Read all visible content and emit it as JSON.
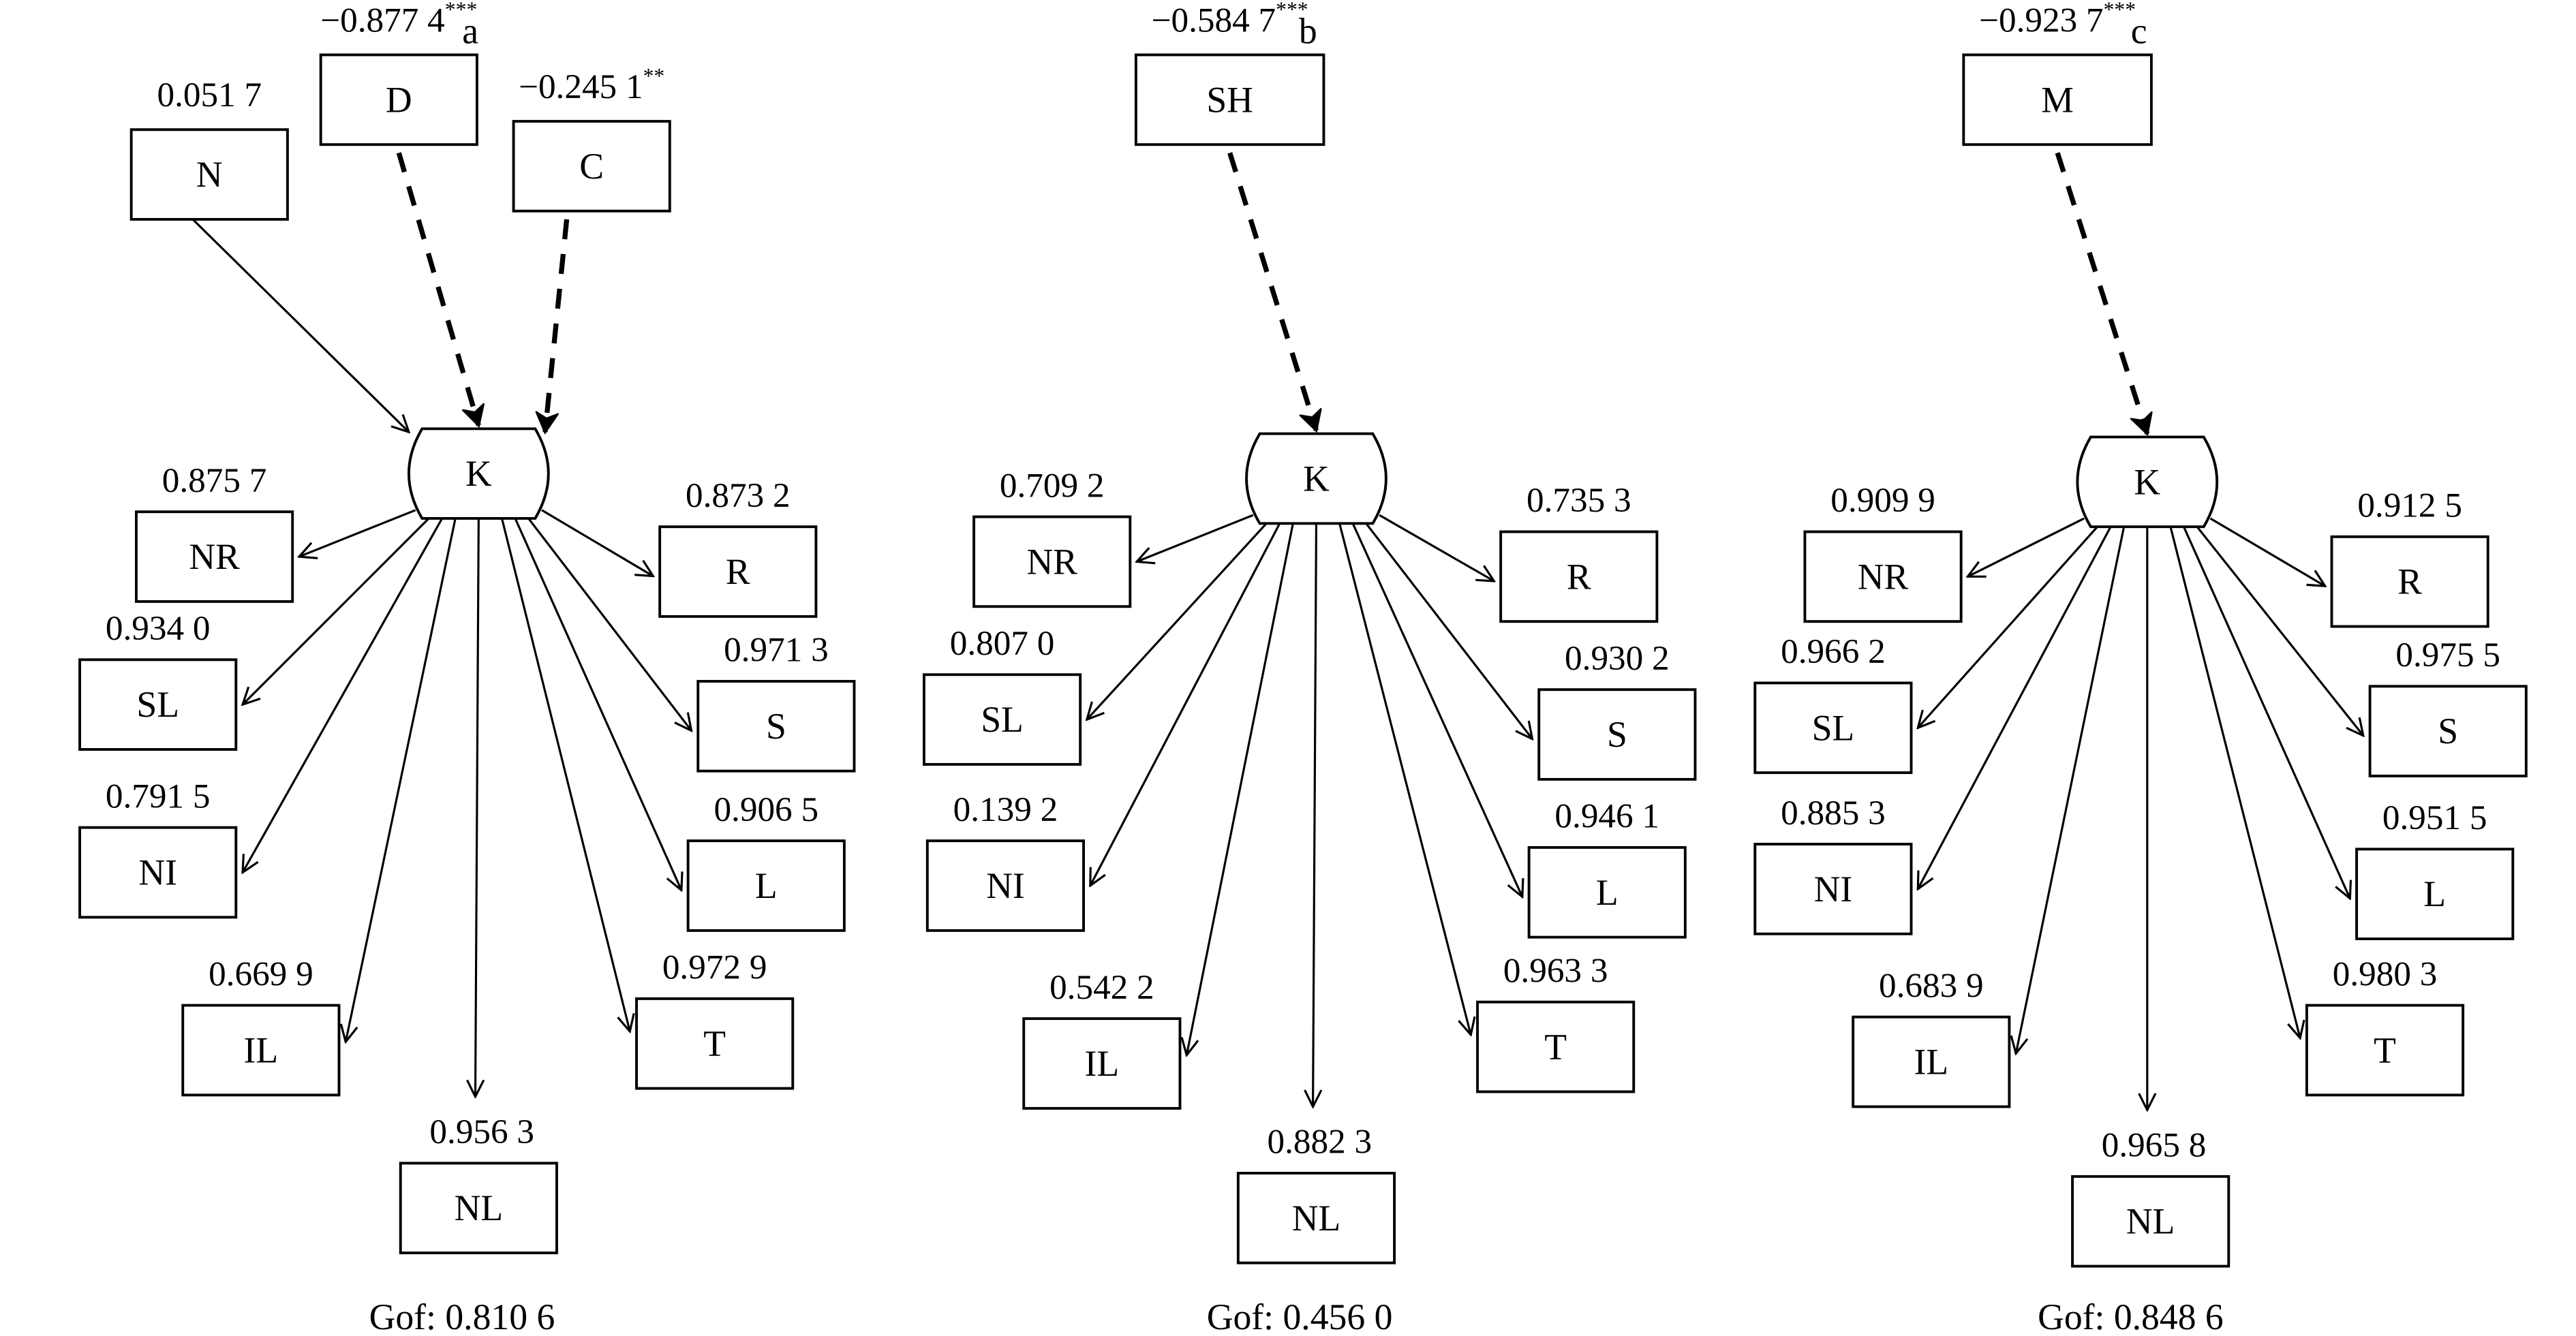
{
  "figure": {
    "panels": [
      {
        "id": "a",
        "title": "a",
        "center_node": "K",
        "drivers": [
          {
            "node": "N",
            "coef": "0.051 7",
            "sig": "",
            "line": "solid"
          },
          {
            "node": "D",
            "coef": "−0.877 4",
            "sig": "***",
            "line": "dashed"
          },
          {
            "node": "C",
            "coef": "−0.245 1",
            "sig": "**",
            "line": "dashed"
          }
        ],
        "outcomes": [
          {
            "node": "NR",
            "coef": "0.875 7"
          },
          {
            "node": "SL",
            "coef": "0.934 0"
          },
          {
            "node": "NI",
            "coef": "0.791 5"
          },
          {
            "node": "IL",
            "coef": "0.669 9"
          },
          {
            "node": "NL",
            "coef": "0.956 3"
          },
          {
            "node": "T",
            "coef": "0.972 9"
          },
          {
            "node": "L",
            "coef": "0.906 5"
          },
          {
            "node": "S",
            "coef": "0.971 3"
          },
          {
            "node": "R",
            "coef": "0.873 2"
          }
        ],
        "gof": "Gof: 0.810 6"
      },
      {
        "id": "b",
        "title": "b",
        "center_node": "K",
        "drivers": [
          {
            "node": "SH",
            "coef": "−0.584 7",
            "sig": "***",
            "line": "dashed"
          }
        ],
        "outcomes": [
          {
            "node": "NR",
            "coef": "0.709 2"
          },
          {
            "node": "SL",
            "coef": "0.807 0"
          },
          {
            "node": "NI",
            "coef": "0.139 2"
          },
          {
            "node": "IL",
            "coef": "0.542 2"
          },
          {
            "node": "NL",
            "coef": "0.882 3"
          },
          {
            "node": "T",
            "coef": "0.963 3"
          },
          {
            "node": "L",
            "coef": "0.946 1"
          },
          {
            "node": "S",
            "coef": "0.930 2"
          },
          {
            "node": "R",
            "coef": "0.735 3"
          }
        ],
        "gof": "Gof: 0.456 0"
      },
      {
        "id": "c",
        "title": "c",
        "center_node": "K",
        "drivers": [
          {
            "node": "M",
            "coef": "−0.923 7",
            "sig": "***",
            "line": "dashed"
          }
        ],
        "outcomes": [
          {
            "node": "NR",
            "coef": "0.909 9"
          },
          {
            "node": "SL",
            "coef": "0.966 2"
          },
          {
            "node": "NI",
            "coef": "0.885 3"
          },
          {
            "node": "IL",
            "coef": "0.683 9"
          },
          {
            "node": "NL",
            "coef": "0.965 8"
          },
          {
            "node": "T",
            "coef": "0.980 3"
          },
          {
            "node": "L",
            "coef": "0.951 5"
          },
          {
            "node": "S",
            "coef": "0.975 5"
          },
          {
            "node": "R",
            "coef": "0.912 5"
          }
        ],
        "gof": "Gof: 0.848 6"
      }
    ]
  }
}
